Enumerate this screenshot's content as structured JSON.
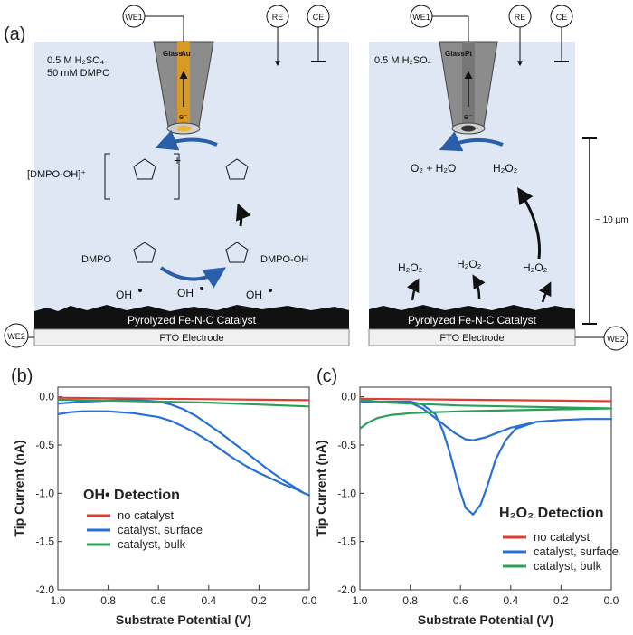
{
  "panel_a": {
    "letter": "(a)",
    "left": {
      "electrolyte_line1": "0.5 M H₂SO₄",
      "electrolyte_line2": "50 mM DMPO",
      "tip_glass": "Glass",
      "tip_metal": "Au",
      "electron": "e⁻",
      "we1": "WE1",
      "re": "RE",
      "ce": "CE",
      "dmpo_oh_plus": "[DMPO-OH]⁺",
      "plus_sign": "+",
      "dmpo": "DMPO",
      "dmpo_oh": "DMPO-OH",
      "oh_radical": "OH",
      "catalyst": "Pyrolyzed Fe-N-C Catalyst",
      "electrode": "FTO Electrode",
      "we2": "WE2"
    },
    "right": {
      "electrolyte_line1": "0.5 M H₂SO₄",
      "tip_glass": "Glass",
      "tip_metal": "Pt",
      "electron": "e⁻",
      "we1": "WE1",
      "re": "RE",
      "ce": "CE",
      "product": "O₂ + H₂O",
      "h2o2": "H₂O₂",
      "catalyst": "Pyrolyzed Fe-N-C Catalyst",
      "electrode": "FTO Electrode",
      "we2": "WE2",
      "scale": "~ 10 µm"
    },
    "colors": {
      "solution": "#dfe7f4",
      "gold": "#d89a24",
      "glass": "#8c8c8c",
      "arrow_blue": "#2a5ea8"
    }
  },
  "chart_data": [
    {
      "type": "line",
      "panel": "(b)",
      "title": "OH• Detection",
      "xlabel": "Substrate Potential (V)",
      "ylabel": "Tip Current (nA)",
      "xlim": [
        1.0,
        0.0
      ],
      "ylim": [
        -2.0,
        0.1
      ],
      "xticks": [
        "1.0",
        "0.8",
        "0.6",
        "0.4",
        "0.2",
        "0.0"
      ],
      "yticks": [
        "0.0",
        "-0.5",
        "-1.0",
        "-1.5",
        "-2.0"
      ],
      "legend_position": "lower-left",
      "series": [
        {
          "name": "no catalyst",
          "color": "#e03c31",
          "x": [
            1.0,
            0.8,
            0.6,
            0.4,
            0.2,
            0.0
          ],
          "y": [
            -0.01,
            -0.015,
            -0.02,
            -0.025,
            -0.03,
            -0.035
          ]
        },
        {
          "name": "catalyst, surface",
          "color": "#2670d6",
          "x": [
            1.0,
            0.95,
            0.9,
            0.85,
            0.8,
            0.7,
            0.6,
            0.55,
            0.5,
            0.45,
            0.4,
            0.35,
            0.3,
            0.25,
            0.2,
            0.15,
            0.1,
            0.05,
            0.02,
            0.0,
            0.02,
            0.05,
            0.1,
            0.15,
            0.2,
            0.25,
            0.3,
            0.35,
            0.4,
            0.45,
            0.5,
            0.55,
            0.6,
            0.7,
            0.8,
            0.9,
            1.0
          ],
          "y": [
            -0.18,
            -0.16,
            -0.15,
            -0.15,
            -0.15,
            -0.17,
            -0.21,
            -0.25,
            -0.31,
            -0.38,
            -0.46,
            -0.55,
            -0.64,
            -0.72,
            -0.79,
            -0.85,
            -0.91,
            -0.96,
            -1.0,
            -1.02,
            -1.0,
            -0.95,
            -0.87,
            -0.78,
            -0.68,
            -0.58,
            -0.48,
            -0.38,
            -0.29,
            -0.2,
            -0.13,
            -0.08,
            -0.05,
            -0.03,
            -0.04,
            -0.05,
            -0.07
          ]
        },
        {
          "name": "catalyst, bulk",
          "color": "#2ca05a",
          "x": [
            1.0,
            0.8,
            0.6,
            0.4,
            0.2,
            0.0
          ],
          "y": [
            -0.03,
            -0.04,
            -0.05,
            -0.06,
            -0.08,
            -0.1
          ]
        }
      ]
    },
    {
      "type": "line",
      "panel": "(c)",
      "title": "H₂O₂ Detection",
      "xlabel": "Substrate Potential (V)",
      "ylabel": "Tip Current (nA)",
      "xlim": [
        1.0,
        0.0
      ],
      "ylim": [
        -2.0,
        0.1
      ],
      "xticks": [
        "1.0",
        "0.8",
        "0.6",
        "0.4",
        "0.2",
        "0.0"
      ],
      "yticks": [
        "0.0",
        "-0.5",
        "-1.0",
        "-1.5",
        "-2.0"
      ],
      "legend_position": "lower-right",
      "series": [
        {
          "name": "no catalyst",
          "color": "#e03c31",
          "x": [
            1.0,
            0.8,
            0.6,
            0.4,
            0.2,
            0.0
          ],
          "y": [
            -0.02,
            -0.025,
            -0.03,
            -0.035,
            -0.04,
            -0.045
          ]
        },
        {
          "name": "catalyst, surface",
          "color": "#2670d6",
          "x": [
            1.0,
            0.9,
            0.8,
            0.75,
            0.7,
            0.67,
            0.64,
            0.61,
            0.58,
            0.55,
            0.52,
            0.49,
            0.46,
            0.42,
            0.38,
            0.3,
            0.2,
            0.1,
            0.0,
            0.1,
            0.2,
            0.3,
            0.4,
            0.46,
            0.5,
            0.55,
            0.58,
            0.62,
            0.66,
            0.7,
            0.75,
            0.8,
            0.9,
            1.0
          ],
          "y": [
            -0.05,
            -0.05,
            -0.05,
            -0.08,
            -0.18,
            -0.35,
            -0.6,
            -0.9,
            -1.15,
            -1.22,
            -1.12,
            -0.9,
            -0.65,
            -0.45,
            -0.33,
            -0.26,
            -0.24,
            -0.23,
            -0.23,
            -0.23,
            -0.24,
            -0.26,
            -0.32,
            -0.38,
            -0.42,
            -0.45,
            -0.44,
            -0.38,
            -0.3,
            -0.22,
            -0.12,
            -0.06,
            -0.05,
            -0.05
          ]
        },
        {
          "name": "catalyst, bulk",
          "color": "#2ca05a",
          "x": [
            1.0,
            0.97,
            0.93,
            0.88,
            0.8,
            0.7,
            0.6,
            0.4,
            0.2,
            0.0,
            0.2,
            0.4,
            0.6,
            0.7,
            0.8,
            0.88,
            0.93,
            0.97,
            1.0
          ],
          "y": [
            -0.33,
            -0.27,
            -0.22,
            -0.19,
            -0.17,
            -0.16,
            -0.15,
            -0.14,
            -0.13,
            -0.12,
            -0.11,
            -0.1,
            -0.09,
            -0.08,
            -0.07,
            -0.06,
            -0.05,
            -0.04,
            -0.04
          ]
        }
      ]
    }
  ]
}
